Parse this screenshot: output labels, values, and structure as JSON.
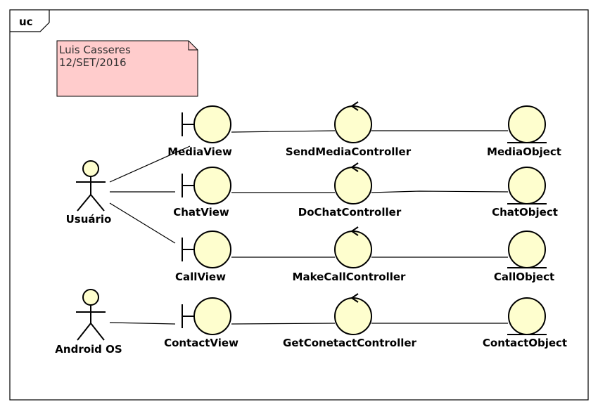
{
  "frame": {
    "label": "uc"
  },
  "note": {
    "line1": "Luis Casseres",
    "line2": "12/SET/2016"
  },
  "actors": [
    {
      "id": "usuario",
      "label": "Usuário"
    },
    {
      "id": "android",
      "label": "Android OS"
    }
  ],
  "boundaries": [
    {
      "id": "media",
      "label": "MediaView"
    },
    {
      "id": "chat",
      "label": "ChatView"
    },
    {
      "id": "call",
      "label": "CallView"
    },
    {
      "id": "contact",
      "label": "ContactView"
    }
  ],
  "controls": [
    {
      "id": "sendmedia",
      "label": "SendMediaController"
    },
    {
      "id": "dochat",
      "label": "DoChatController"
    },
    {
      "id": "makecall",
      "label": "MakeCallController"
    },
    {
      "id": "getcontact",
      "label": "GetConetactController"
    }
  ],
  "entities": [
    {
      "id": "mediaobj",
      "label": "MediaObject"
    },
    {
      "id": "chatobj",
      "label": "ChatObject"
    },
    {
      "id": "callobj",
      "label": "CallObject"
    },
    {
      "id": "contactobj",
      "label": "ContactObject"
    }
  ],
  "colors": {
    "element_fill": "#fefece",
    "note_fill": "#ffcccc",
    "stroke": "#000000"
  }
}
